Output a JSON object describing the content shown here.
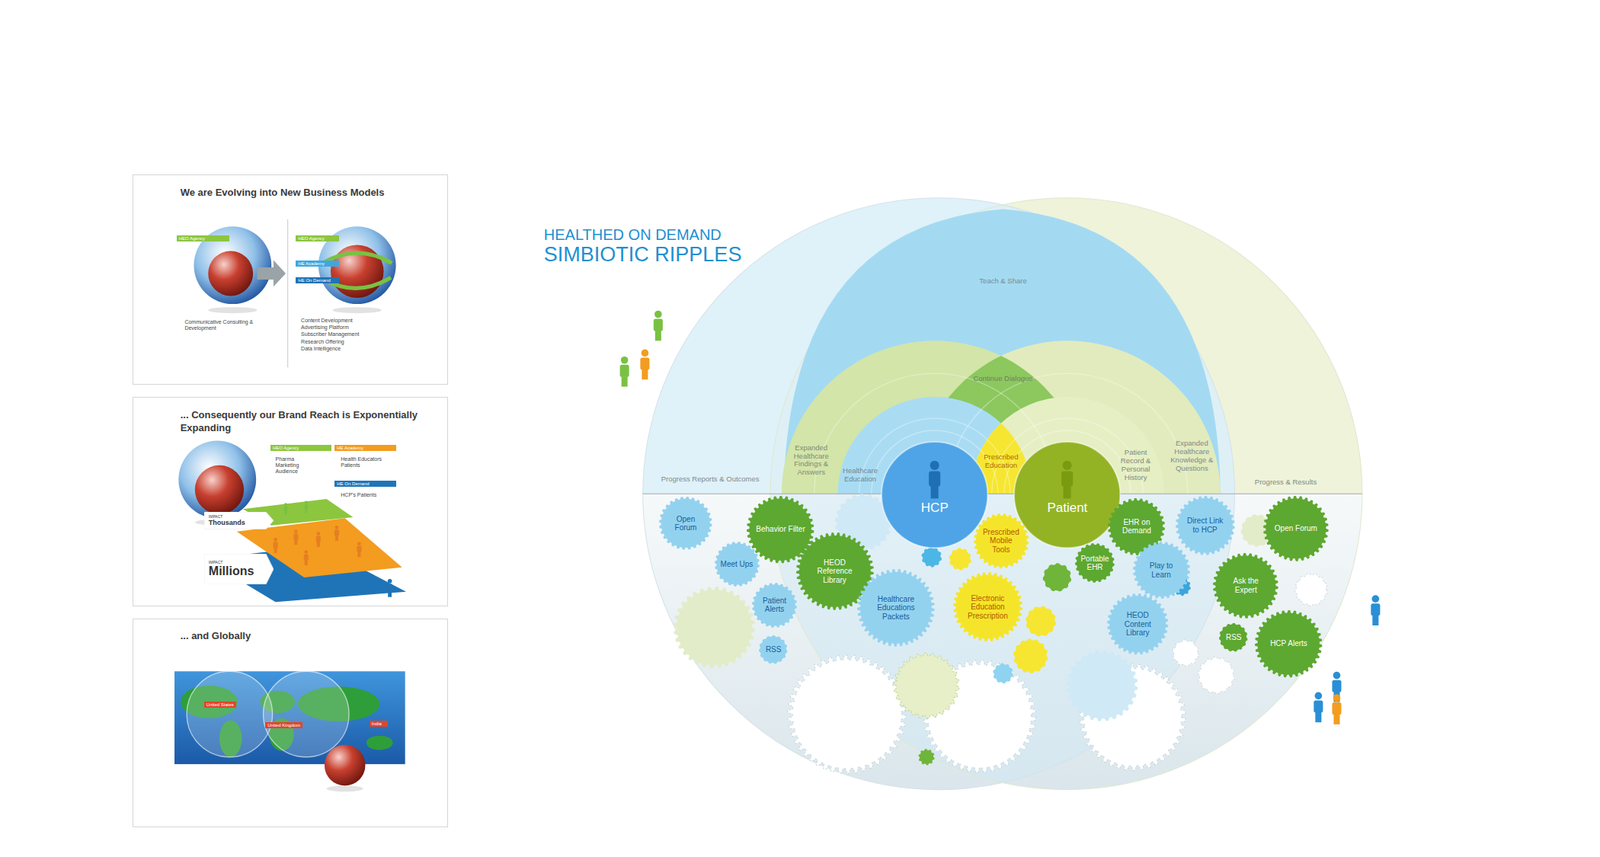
{
  "diagram": {
    "nodes": [
      {
        "text": [
          "We are Evolving into New Business Models"
        ]
      },
      {
        "text": [
          "HEO Agency"
        ],
        "in": 0
      },
      {
        "text": [
          "HEO Agency"
        ],
        "in": 0
      },
      {
        "text": [
          "HE Academy"
        ],
        "in": 0
      },
      {
        "text": [
          "HE On Demand"
        ],
        "in": 0
      },
      {
        "text": [
          "... Consequently our Brand Reach is Exponentially Expanding"
        ]
      },
      {
        "text": [
          "HEO Agency"
        ],
        "in": 5
      },
      {
        "text": [
          "HE Academy"
        ],
        "in": 5
      },
      {
        "text": [
          "HE On Demand"
        ],
        "in": 5
      },
      {
        "text": [
          "IMPACT",
          "Thousands"
        ],
        "in": 5
      },
      {
        "text": [
          "IMPACT",
          "Millions"
        ],
        "in": 5
      },
      {
        "text": [
          "... and Globally"
        ]
      },
      {
        "text": [
          "United States"
        ],
        "in": 11
      },
      {
        "text": [
          "United Kingdom"
        ],
        "in": 11
      },
      {
        "text": [
          "India"
        ],
        "in": 11
      },
      {
        "text": [
          "HCP"
        ]
      },
      {
        "text": [
          "Patient"
        ]
      },
      {
        "text": [
          "Open Forum"
        ]
      },
      {
        "text": [
          "Behavior Filter"
        ]
      },
      {
        "text": [
          "Meet Ups"
        ]
      },
      {
        "text": [
          "HEOD Reference Library"
        ]
      },
      {
        "text": [
          "Patient Alerts"
        ]
      },
      {
        "text": [
          "Healthcare Educations Packets"
        ]
      },
      {
        "text": [
          "RSS"
        ]
      },
      {
        "text": [
          "Prescribed Mobile Tools"
        ]
      },
      {
        "text": [
          "Electronic Education Prescription"
        ]
      },
      {
        "text": [
          "EHR on Demand"
        ]
      },
      {
        "text": [
          "Portable EHR"
        ]
      },
      {
        "text": [
          "Play to Learn"
        ]
      },
      {
        "text": [
          "HEOD Content Library"
        ]
      },
      {
        "text": [
          "Direct Link to HCP"
        ]
      },
      {
        "text": [
          "Open Forum"
        ]
      },
      {
        "text": [
          "Ask the Expert"
        ]
      },
      {
        "text": [
          "RSS"
        ]
      },
      {
        "text": [
          "HCP Alerts"
        ]
      }
    ],
    "labels": [
      "HEALTHED ON DEMAND",
      "SIMBIOTIC RIPPLES",
      "Communicative Consulting & Development",
      "Content Development",
      "Advertising Platform",
      "Subscriber Management",
      "Research Offering",
      "Data Intelligence",
      "Pharma Marketing Audience",
      "Health Educators Patients",
      "HCP's Patients",
      "Teach & Share",
      "Continue Dialogue",
      "Expanded Healthcare Findings & Answers",
      "Healthcare Education",
      "Prescribed Education",
      "Patient Record & Personal History",
      "Expanded Healthcare Knowledge & Questions",
      "Progress Reports & Outcomes",
      "Progress & Results"
    ]
  }
}
